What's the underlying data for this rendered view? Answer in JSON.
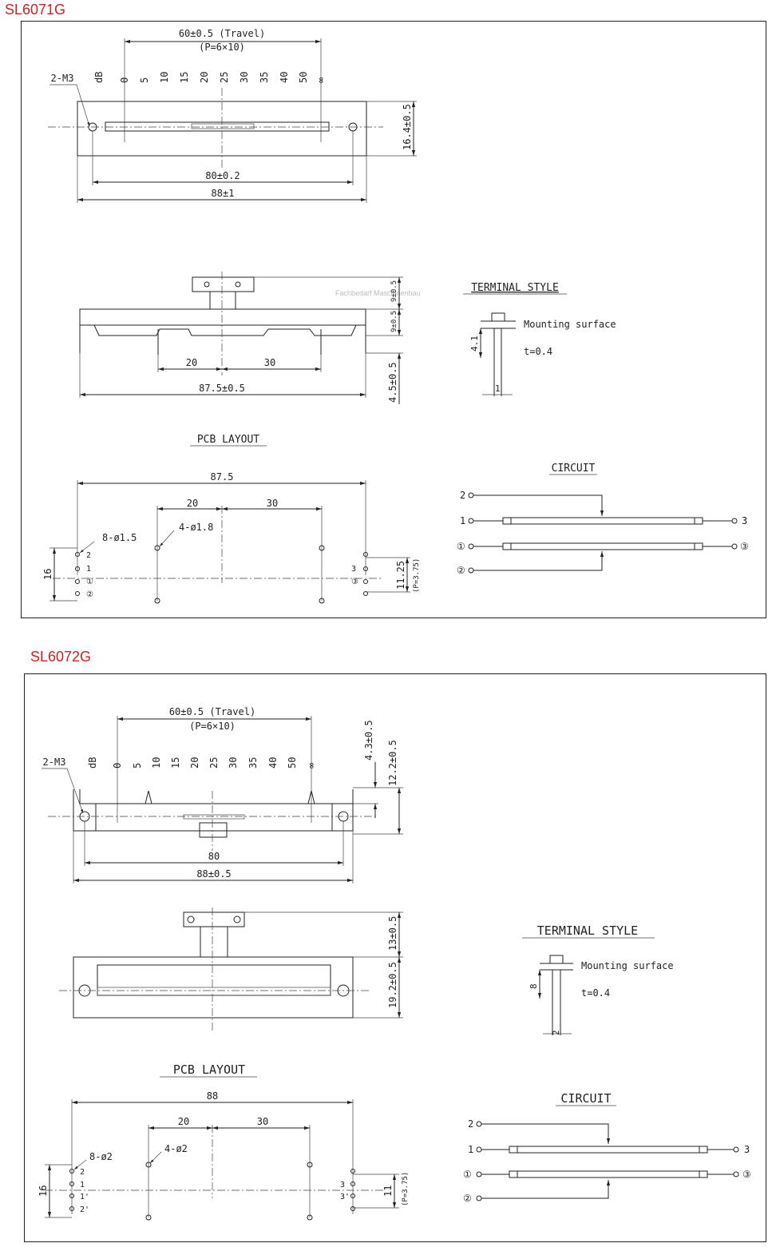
{
  "titles": {
    "first": "SL6071G",
    "second": "SL6072G"
  },
  "colors": {
    "title": "#d42020",
    "line": "#222222"
  },
  "watermark": "Fachbedarf Maschinenbau",
  "sl6071g": {
    "top_view": {
      "travel": "60±0.5 (Travel)",
      "pitch": "(P=6×10)",
      "mount": "2-M3",
      "scale": [
        "dB",
        "0",
        "5",
        "10",
        "15",
        "20",
        "25",
        "30",
        "35",
        "40",
        "50",
        "∞"
      ],
      "height": "16.4±0.5",
      "hole_spacing": "80±0.2",
      "overall": "88±1"
    },
    "side_view": {
      "dim_a": "20",
      "dim_b": "30",
      "overall": "87.5±0.5",
      "knob_h": "9±0.5",
      "body_h": "9±0.5",
      "pin_h": "4.5±0.5"
    },
    "terminal_style": {
      "title": "TERMINAL STYLE",
      "mounting": "Mounting surface",
      "thickness": "t=0.4",
      "length": "4.1",
      "width": "1"
    },
    "pcb": {
      "title": "PCB LAYOUT",
      "overall": "87.5",
      "dim_a": "20",
      "dim_b": "30",
      "holes_small": "8-ø1.5",
      "holes_big": "4-ø1.8",
      "height": "16",
      "pin_span": "11.25",
      "pin_pitch": "(P=3.75)",
      "pins_left": [
        "2",
        "1",
        "①",
        "②"
      ],
      "pins_right": [
        "3",
        "③"
      ]
    },
    "circuit": {
      "title": "CIRCUIT",
      "labels": [
        "2",
        "1",
        "3",
        "①",
        "③",
        "②"
      ]
    }
  },
  "sl6072g": {
    "top_view": {
      "travel": "60±0.5 (Travel)",
      "pitch": "(P=6×10)",
      "mount": "2-M3",
      "scale": [
        "dB",
        "0",
        "5",
        "10",
        "15",
        "20",
        "25",
        "30",
        "35",
        "40",
        "50",
        "∞"
      ],
      "knob_h": "4.3±0.5",
      "height": "12.2±0.5",
      "hole_spacing": "80",
      "overall": "88±0.5"
    },
    "side_view": {
      "knob_h": "13±0.5",
      "body_h": "19.2±0.5"
    },
    "terminal_style": {
      "title": "TERMINAL STYLE",
      "mounting": "Mounting surface",
      "thickness": "t=0.4",
      "length": "8",
      "width": "2"
    },
    "pcb": {
      "title": "PCB LAYOUT",
      "overall": "88",
      "dim_a": "20",
      "dim_b": "30",
      "holes_small": "8-ø2",
      "holes_big": "4-ø2",
      "height": "16",
      "pin_span": "11",
      "pin_pitch": "(P=3.75)",
      "pins_left": [
        "2",
        "1",
        "1'",
        "2'"
      ],
      "pins_right": [
        "3",
        "3'"
      ]
    },
    "circuit": {
      "title": "CIRCUIT",
      "labels": [
        "2",
        "1",
        "3",
        "①",
        "③",
        "②"
      ]
    }
  }
}
